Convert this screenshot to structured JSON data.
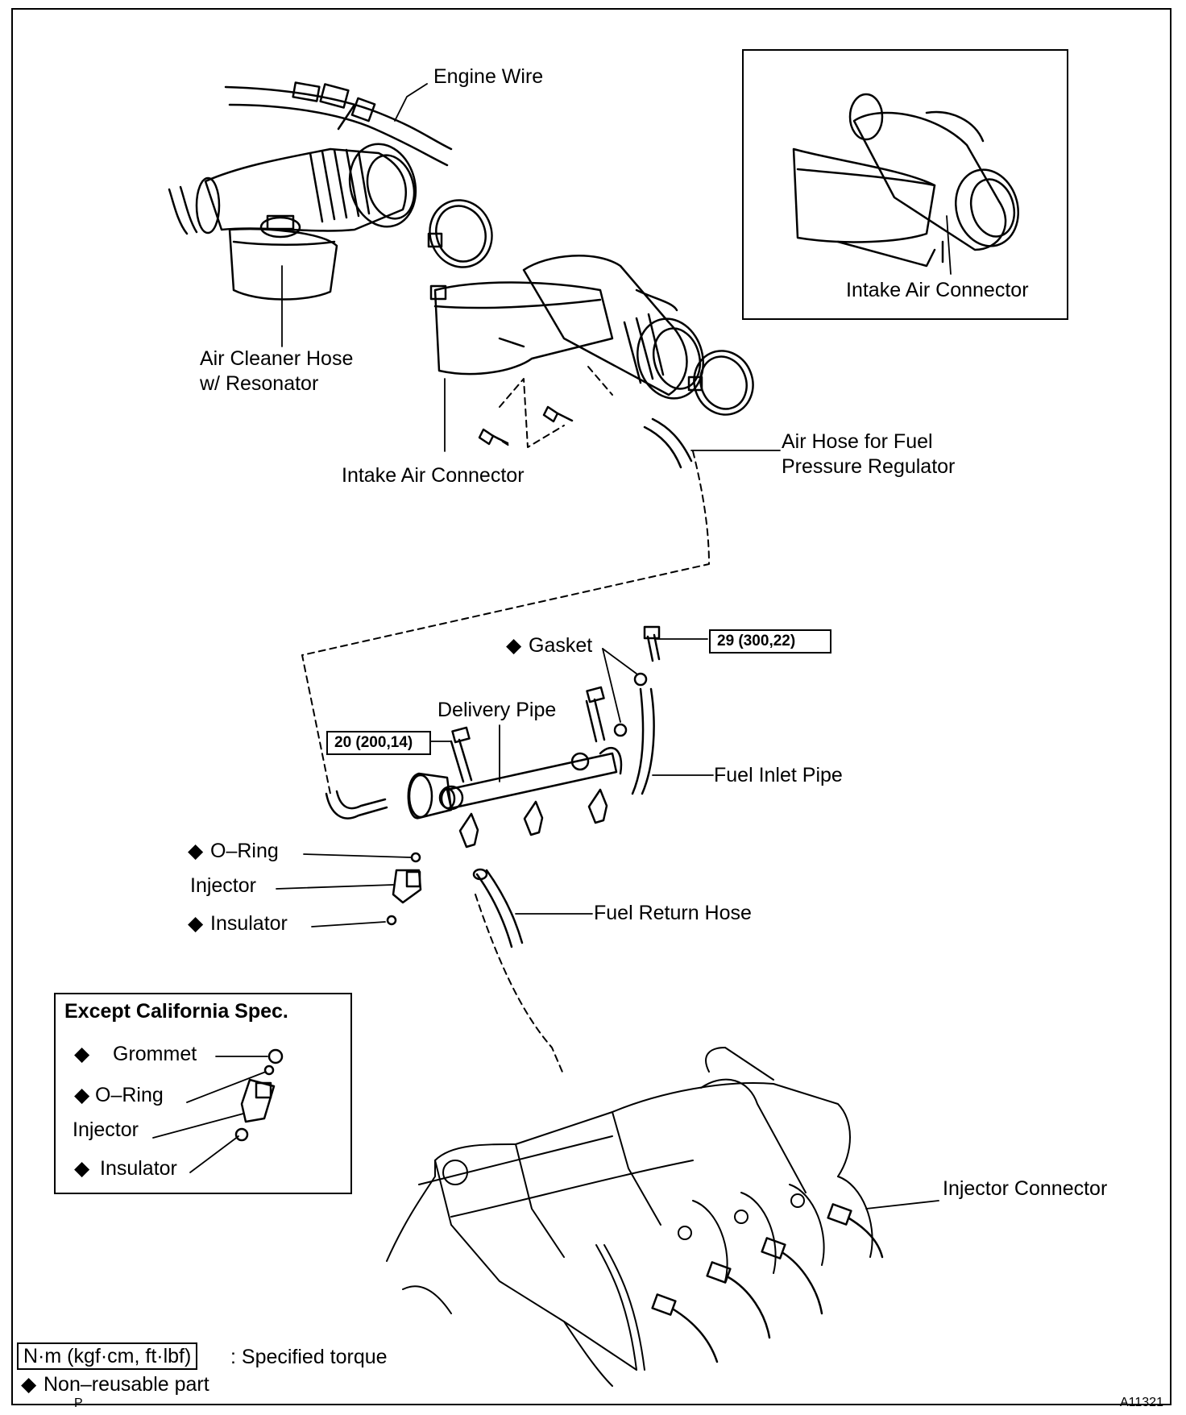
{
  "labels": {
    "engine_wire": "Engine Wire",
    "air_cleaner_hose_1": "Air Cleaner Hose",
    "air_cleaner_hose_2": "w/ Resonator",
    "intake_air_connector_main": "Intake Air Connector",
    "intake_air_connector_inset": "Intake Air Connector",
    "air_hose_1": "Air Hose for Fuel",
    "air_hose_2": "Pressure Regulator",
    "gasket": "Gasket",
    "delivery_pipe": "Delivery Pipe",
    "fuel_inlet_pipe": "Fuel Inlet Pipe",
    "o_ring": "O–Ring",
    "injector": "Injector",
    "insulator": "Insulator",
    "fuel_return_hose": "Fuel Return Hose",
    "injector_connector": "Injector Connector"
  },
  "torque": {
    "bolt_upper": "29 (300,22)",
    "bolt_lower": "20 (200,14)"
  },
  "california_box": {
    "title": "Except California Spec.",
    "grommet": "Grommet",
    "o_ring": "O–Ring",
    "injector": "Injector",
    "insulator": "Insulator"
  },
  "legend": {
    "torque_unit": "N·m (kgf·cm, ft·lbf)",
    "torque_desc": ": Specified torque",
    "non_reusable": "Non–reusable part",
    "non_reusable_mark": "◆",
    "p_mark": "P"
  },
  "figure_id": "A11321"
}
